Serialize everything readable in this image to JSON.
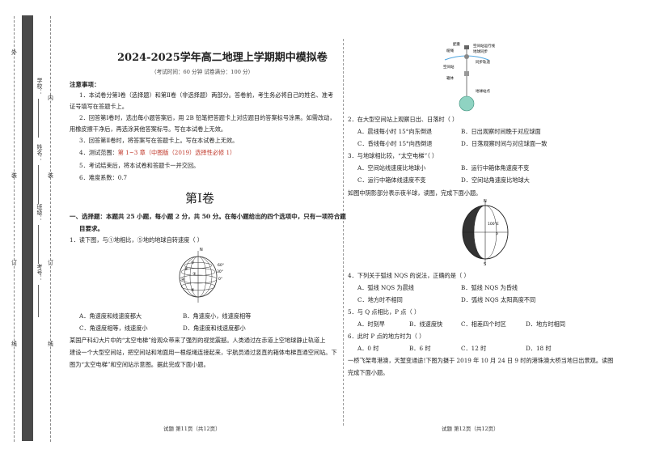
{
  "strip": {
    "labels": {
      "school": "学校：",
      "name": "姓名：",
      "class": "班级：",
      "id": "考号："
    },
    "glyphs": [
      "外",
      "装",
      "订",
      "线",
      "内",
      "装",
      "订",
      "线"
    ]
  },
  "exam": {
    "title": "2024-2025学年高二地理上学期期中模拟卷",
    "subtitle": "（考试时间：60 分钟  试卷满分：100 分）"
  },
  "notes": {
    "heading": "注意事项：",
    "n1a": "1．本试卷分第Ⅰ卷（选择题）和第Ⅱ卷（非选择题）两部分。答卷前，考生务必将自己的姓名、准考",
    "n1b": "证号填写在答题卡上。",
    "n2a": "2．回答第Ⅰ卷时，选出每小题答案后，用 2B 铅笔把答题卡上对应题目的答案标号涂黑。如需改动，",
    "n2b": "用橡皮擦干净后，再选涂其他答案标号。写在本试卷上无效。",
    "n3": "3．回答第Ⅱ卷时，将答案写在答题卡上。写在本试卷上无效。",
    "n4a": "4．测试范围：",
    "n4b": "第 1~3 章（中图版（2019）选择性必修 1）",
    "n5": "5．考试结束后，将本试卷和答题卡一并交回。",
    "n6": "6．难度系数：0.7"
  },
  "section": {
    "title": "第Ⅰ卷",
    "instr1": "一、选择题：本题共 25 小题，每小题 2 分，共 50 分。在每小题给出的四个选项中，只有一项符合题",
    "instr2": "目要求。"
  },
  "q1": {
    "stem": "1．读下图，与①地相比，⑤地的地球自转速度（     ）",
    "a": "A．角速度和线速度都大",
    "b": "B．角速度小，线速度相等",
    "c": "C．角速度相等，线速度小",
    "d": "D．角速度和线速度都小",
    "fig_labels": {
      "n": "N",
      "l1": "①",
      "l2": "②",
      "l3": "③",
      "l4": "④",
      "l5": "⑤",
      "lat60": "60°",
      "lat30": "30°",
      "lat0": "0°"
    }
  },
  "passage1": {
    "l1": "    某国产科幻大片中的“太空电梯”给观众带来了强烈的视觉震撼。人类通过在赤道上空地球静止轨道上",
    "l2": "建设一个大型空间站，把空间站和地面用一根缆绳连接起来，宇航员通过竖直的箱体电梯直通空间站。下",
    "l3": "图为“太空电梯”和空间站示意图。据此完成下面小题。"
  },
  "fig2": {
    "counterweight": "配重",
    "cable": "缆绳",
    "station": "空间站",
    "car": "箱体",
    "orbit": "空间站运行线",
    "sync": "地球同步",
    "geo": "同步轨道",
    "ground": "地球站点"
  },
  "q2": {
    "stem": "2．在大型空间站上观察日出、日落时（     ）",
    "a": "A．晨线每小时 15°向东倒退",
    "b": "B．日出观察时间晚于对应球面",
    "c": "C．昏线每小时 15°向西倒退",
    "d": "D．日落观察时间与对应球面一致"
  },
  "q3": {
    "stem": "3．与地球相比较，“太空电梯”（     ）",
    "a": "A．空间站线速度比地球小",
    "b": "B．运行中箱体角速度不变",
    "c": "C．运行中箱体线速度不变",
    "d": "D．空间站角速度比地球大"
  },
  "passage2": {
    "l1": "    如图中阴影部分表示夜半球，读图，完成下面小题。"
  },
  "fig3": {
    "n": "N",
    "s": "S",
    "lon": "100°E",
    "q": "Q",
    "p": "P"
  },
  "q4": {
    "stem": "4．下列关于弧线 NQS 的说法，正确的是（     ）",
    "a": "A．弧线 NQS 为晨线",
    "b": "B．弧线 NQS 为昏线",
    "c": "C．地方时不相同",
    "d": "D．弧线 NQS 太阳高度不同"
  },
  "q5": {
    "stem": "5．与 Q 点相比，P 点（     ）",
    "a": "A．时刻早",
    "b": "B．线速度快",
    "c": "C．相差四个时区",
    "d": "D．地方时相同"
  },
  "q6": {
    "stem": "6．此时 P 点的地方时为（     ）",
    "a": "A．0 时",
    "b": "B．6 时",
    "c": "C．12 时",
    "d": "D．18 时"
  },
  "passage3": {
    "l1": "    一桥飞架粤港澳，天堑变通途!下图为摄于 2019 年 10 月 24 日 9 时的港珠澳大桥当地日出景观。读图",
    "l2": "完成下面小题。"
  },
  "footer": {
    "left": "试题  第11页（共12页）",
    "right": "试题  第12页（共12页）"
  },
  "colors": {
    "accent": "#c0392b",
    "strip": "#4a4a4a"
  }
}
